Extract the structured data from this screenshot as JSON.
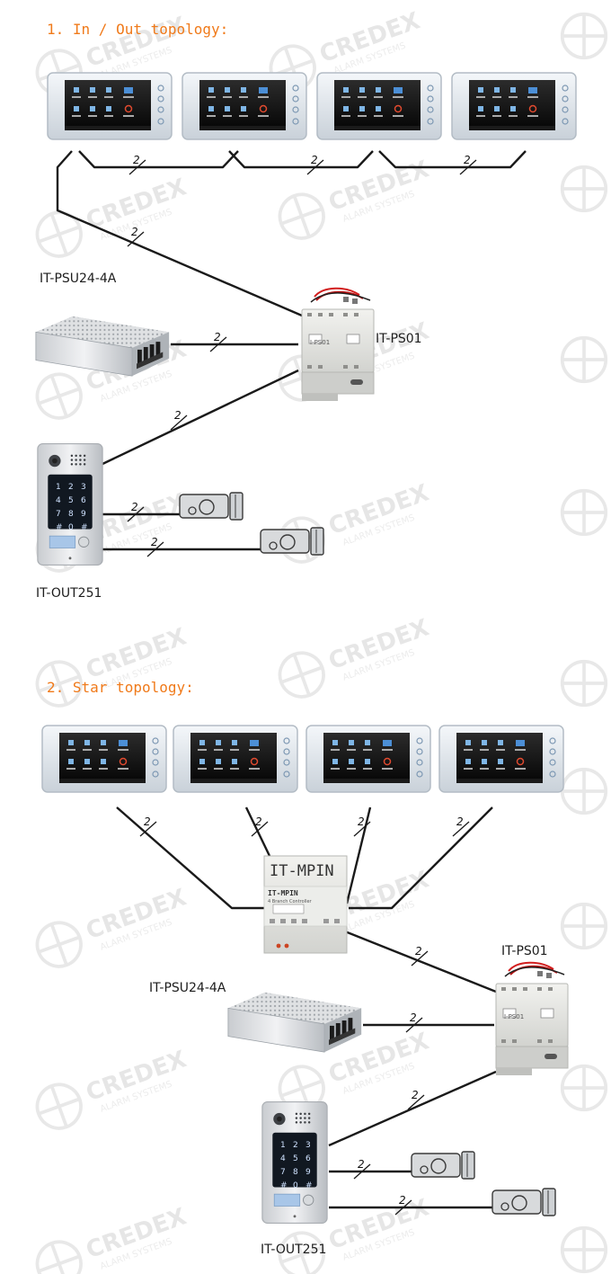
{
  "watermark": {
    "brand": "CREDEX",
    "tagline": "ALARM SYSTEMS"
  },
  "wire_count": "2",
  "section1": {
    "title": "1. In  / Out  topology:",
    "psu_label": "IT-PSU24-4A",
    "ps_label": "IT-PS01",
    "outdoor_label": "IT-OUT251"
  },
  "section2": {
    "title": "2. Star topology:",
    "mpin_label": "IT-MPIN",
    "psu_label": "IT-PSU24-4A",
    "ps_label": "IT-PS01",
    "outdoor_label": "IT-OUT251"
  },
  "devices": {
    "mpin_brand": "IT-MPIN",
    "mpin_caption": "4 Branch Controller",
    "ps_brand": "I-PS01",
    "keypad": [
      "1",
      "2",
      "3",
      "4",
      "5",
      "6",
      "7",
      "8",
      "9",
      "#",
      "0",
      "#"
    ]
  },
  "colors": {
    "heading": "#f07a1a",
    "wire": "#1a1a1a",
    "watermark": "#e6e6e6"
  },
  "icons": [
    "indoor-monitor-icon",
    "power-supply-unit-icon",
    "power-module-icon",
    "outdoor-panel-icon",
    "door-lock-icon",
    "branch-controller-icon"
  ]
}
